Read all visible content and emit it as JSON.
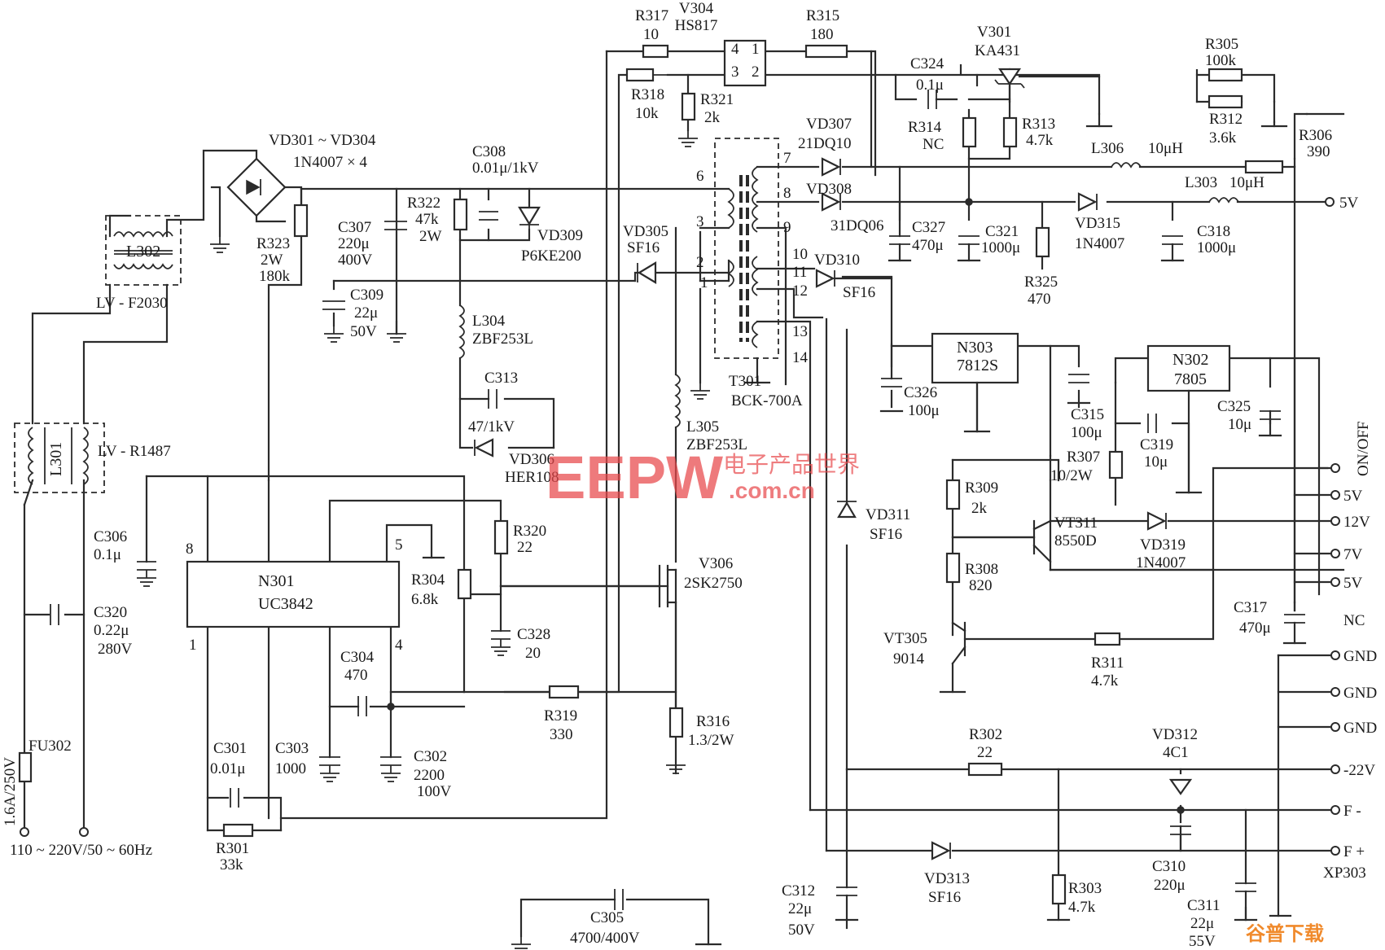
{
  "diagram": {
    "components": {
      "v304": [
        "V304",
        "HS817"
      ],
      "r317": [
        "R317",
        "10"
      ],
      "r315": [
        "R315",
        "180"
      ],
      "v301": [
        "V301",
        "KA431"
      ],
      "r305": [
        "R305",
        "100k"
      ],
      "c324": [
        "C324",
        "0.1μ"
      ],
      "r318": [
        "R318",
        "10k"
      ],
      "r321": [
        "R321",
        "2k"
      ],
      "r314": [
        "R314",
        "NC"
      ],
      "r313": [
        "R313",
        "4.7k"
      ],
      "r312": [
        "R312",
        "3.6k"
      ],
      "r306": [
        "R306",
        "390"
      ],
      "vd307": [
        "VD307",
        "21DQ10"
      ],
      "vd308": [
        "VD308",
        "31DQ06"
      ],
      "l306": [
        "L306",
        "10μH"
      ],
      "l303": [
        "L303",
        "10μH"
      ],
      "vd301": [
        "VD301 ~ VD304",
        "1N4007 × 4"
      ],
      "c308": [
        "C308",
        "0.01μ/1kV"
      ],
      "r322": [
        "R322",
        "47k",
        "2W"
      ],
      "c307": [
        "C307",
        "220μ",
        "400V"
      ],
      "vd309": [
        "VD309",
        "P6KE200"
      ],
      "r323": [
        "R323",
        "2W",
        "180k"
      ],
      "c309": [
        "C309",
        "22μ",
        "50V"
      ],
      "l302": [
        "L302",
        "LV - F2030"
      ],
      "vd305": [
        "VD305",
        "SF16"
      ],
      "c327": [
        "C327",
        "470μ"
      ],
      "c321": [
        "C321",
        "1000μ"
      ],
      "vd315": [
        "VD315",
        "1N4007"
      ],
      "c318": [
        "C318",
        "1000μ"
      ],
      "r325": [
        "R325",
        "470"
      ],
      "vd310": [
        "VD310",
        "SF16"
      ],
      "l304": [
        "L304",
        "ZBF253L"
      ],
      "c313": [
        "C313",
        "47/1kV"
      ],
      "vd306": [
        "VD306",
        "HER108"
      ],
      "l305": [
        "L305",
        "ZBF253L"
      ],
      "t301": [
        "T301",
        "BCK-700A"
      ],
      "n303": [
        "N303",
        "7812S"
      ],
      "n302": [
        "N302",
        "7805"
      ],
      "c326": [
        "C326",
        "100μ"
      ],
      "c315": [
        "C315",
        "100μ"
      ],
      "c319": [
        "C319",
        "10μ"
      ],
      "c325": [
        "C325",
        "10μ"
      ],
      "r307": [
        "R307",
        "10/2W"
      ],
      "l301": [
        "L301",
        "LV - R1487"
      ],
      "c306": [
        "C306",
        "0.1μ"
      ],
      "n301": [
        "N301",
        "UC3842"
      ],
      "r320": [
        "R320",
        "22"
      ],
      "r304": [
        "R304",
        "6.8k"
      ],
      "v306": [
        "V306",
        "2SK2750"
      ],
      "c328": [
        "C328",
        "20"
      ],
      "vd311": [
        "VD311",
        "SF16"
      ],
      "r309": [
        "R309",
        "2k"
      ],
      "vt311": [
        "VT311",
        "8550D"
      ],
      "vd319": [
        "VD319",
        "1N4007"
      ],
      "r308": [
        "R308",
        "820"
      ],
      "vt305": [
        "VT305",
        "9014"
      ],
      "r311": [
        "R311",
        "4.7k"
      ],
      "c317": [
        "C317",
        "470μ"
      ],
      "c320": [
        "C320",
        "0.22μ",
        "280V"
      ],
      "c304": [
        "C304",
        "470"
      ],
      "r319": [
        "R319",
        "330"
      ],
      "r316": [
        "R316",
        "1.3/2W"
      ],
      "c301": [
        "C301",
        "0.01μ"
      ],
      "c303": [
        "C303",
        "1000"
      ],
      "c302": [
        "C302",
        "2200",
        "100V"
      ],
      "r301": [
        "R301",
        "33k"
      ],
      "fu302": [
        "FU302",
        "1.6A/250V"
      ],
      "r302": [
        "R302",
        "22"
      ],
      "vd312": [
        "VD312",
        "4C1"
      ],
      "vd313": [
        "VD313",
        "SF16"
      ],
      "c312": [
        "C312",
        "22μ",
        "50V"
      ],
      "r303": [
        "R303",
        "4.7k"
      ],
      "c310": [
        "C310",
        "220μ"
      ],
      "c311": [
        "C311",
        "22μ",
        "55V"
      ],
      "c305": [
        "C305",
        "4700/400V"
      ]
    },
    "ac_input": "110 ~ 220V/50 ~ 60Hz",
    "optocoupler_pins": [
      "4",
      "1",
      "3",
      "2"
    ],
    "n301_pins": [
      "8",
      "5",
      "1",
      "4"
    ],
    "transformer_pins": [
      "6",
      "3",
      "2",
      "1",
      "7",
      "8",
      "9",
      "10",
      "11",
      "12",
      "13",
      "14"
    ],
    "output_5v_label": "5V",
    "connector": {
      "name": "XP303",
      "pins": [
        "ON/OFF",
        "5V",
        "12V",
        "7V",
        "5V",
        "NC",
        "GND",
        "GND",
        "GND",
        "-22V",
        "F -",
        "F +"
      ]
    }
  },
  "watermark": {
    "logo": "EEPW",
    "cn": "电子产品世界",
    "url": ".com.cn",
    "corner": "谷普下载"
  }
}
